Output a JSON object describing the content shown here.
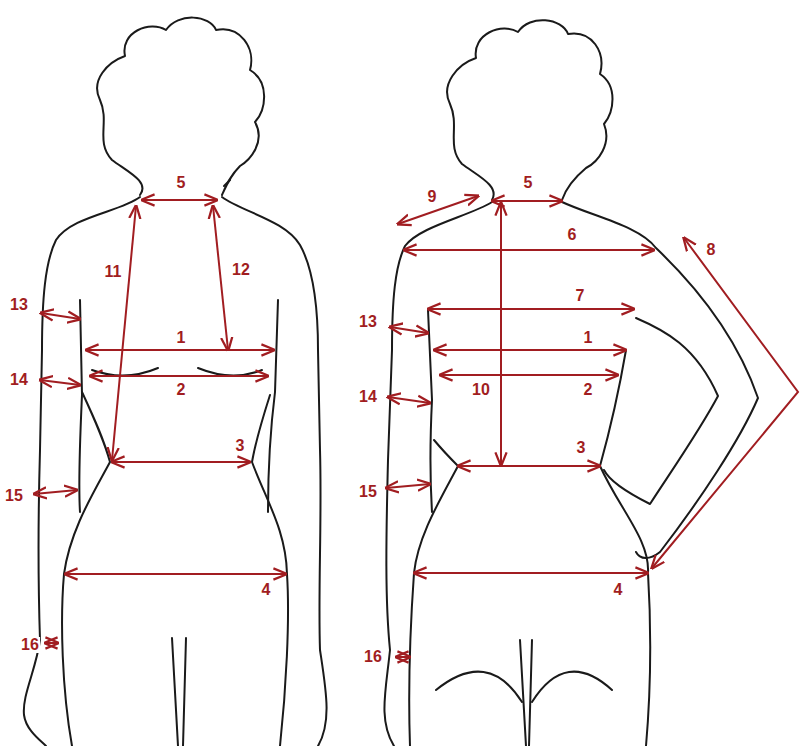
{
  "diagram": {
    "labels": [
      "5",
      "11",
      "12",
      "13",
      "1",
      "14",
      "2",
      "3",
      "15",
      "4",
      "16",
      "9",
      "5",
      "8",
      "6",
      "7",
      "13",
      "1",
      "14",
      "2",
      "10",
      "3",
      "15",
      "4",
      "16"
    ]
  }
}
